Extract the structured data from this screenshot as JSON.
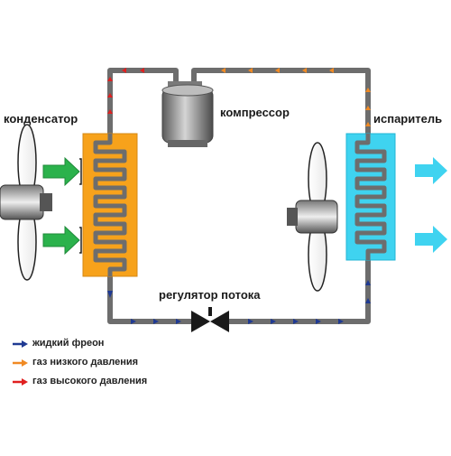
{
  "labels": {
    "condenser": "конденсатор",
    "compressor": "компрессор",
    "evaporator": "испаритель",
    "flow_regulator": "регулятор потока"
  },
  "legend": [
    {
      "text": "жидкий фреон",
      "color": "#1f3a93"
    },
    {
      "text": "газ низкого давления",
      "color": "#f08a24"
    },
    {
      "text": "газ высокого давления",
      "color": "#e02020"
    }
  ],
  "colors": {
    "pipe": "#6d6d6d",
    "condenser": "#f7a21b",
    "evaporator": "#3fd3f0",
    "air_in": "#2bb24c",
    "air_out": "#3fd3f0",
    "compressor": "#8a8a8a"
  }
}
